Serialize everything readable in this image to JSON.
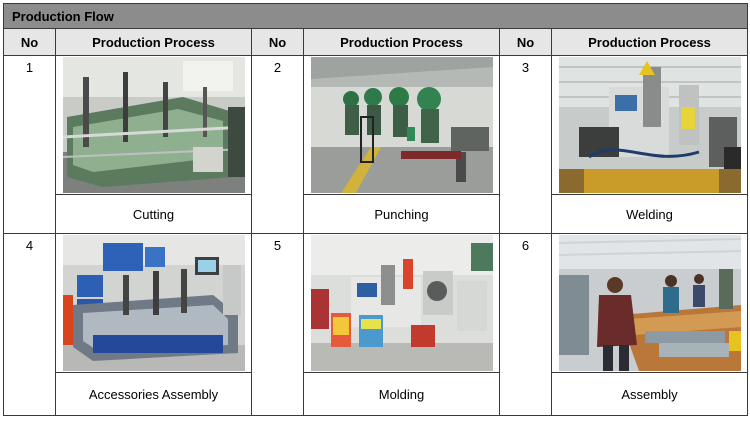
{
  "title": "Production Flow",
  "headers": {
    "no": "No",
    "process": "Production Process"
  },
  "steps": [
    {
      "no": "1",
      "label": "Cutting"
    },
    {
      "no": "2",
      "label": "Punching"
    },
    {
      "no": "3",
      "label": "Welding"
    },
    {
      "no": "4",
      "label": "Accessories Assembly"
    },
    {
      "no": "5",
      "label": "Molding"
    },
    {
      "no": "6",
      "label": "Assembly"
    }
  ]
}
